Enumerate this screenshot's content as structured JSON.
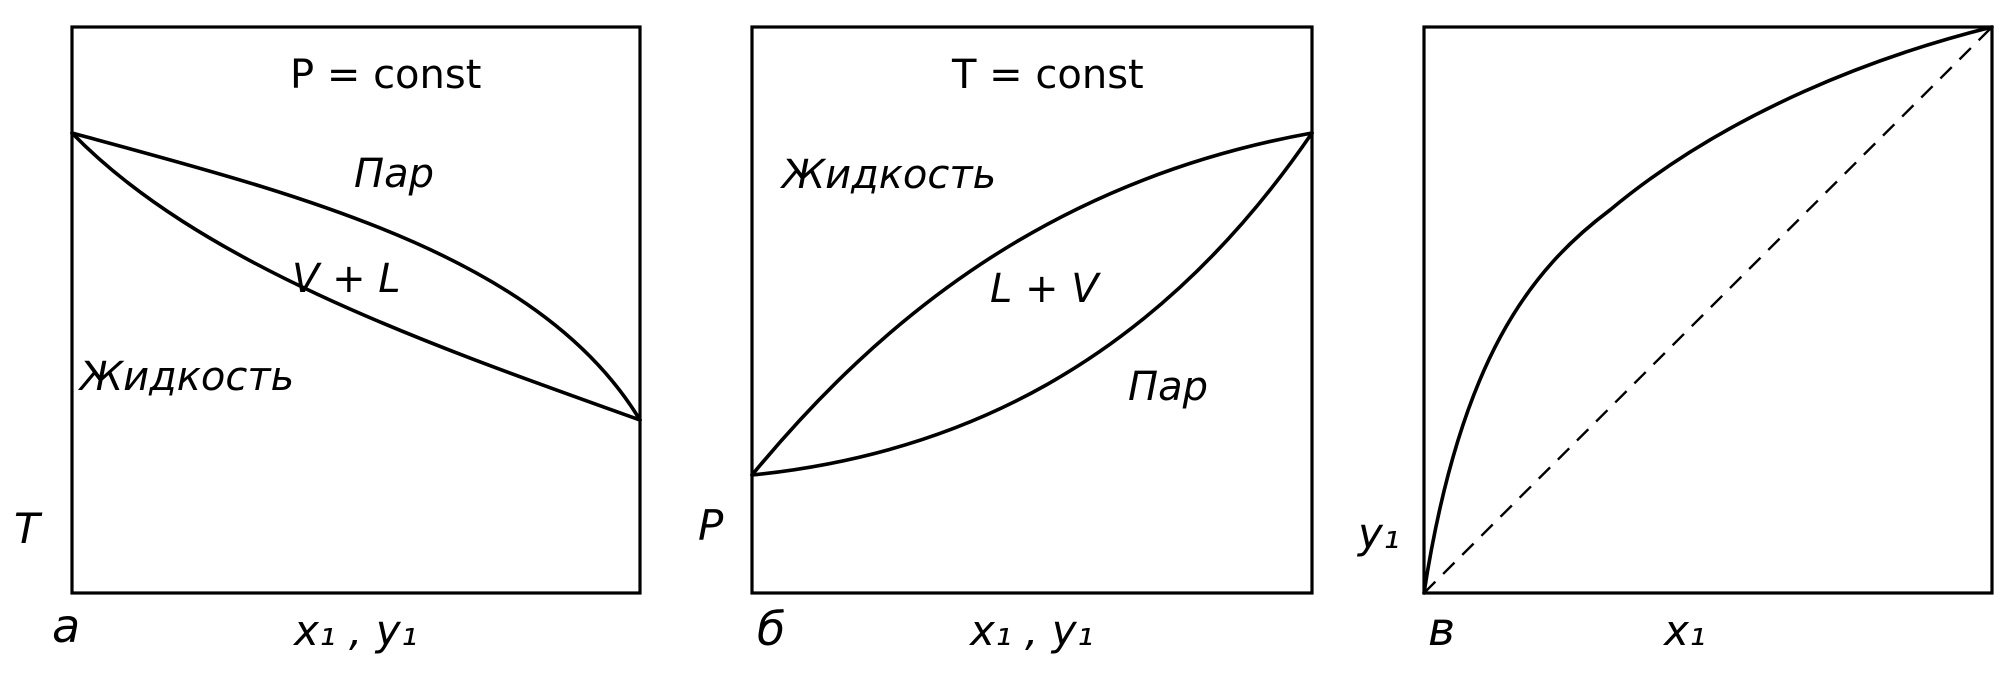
{
  "panels": [
    {
      "letter": "а",
      "condition": "P = const",
      "regions": {
        "top": "Пар",
        "middle": "V + L",
        "bottom": "Жидкость"
      },
      "ylabel": "T",
      "xlabel": "x₁ , y₁"
    },
    {
      "letter": "б",
      "condition": "T = const",
      "regions": {
        "top": "Жидкость",
        "middle": "L + V",
        "bottom": "Пар"
      },
      "ylabel": "P",
      "xlabel": "x₁ , y₁"
    },
    {
      "letter": "в",
      "ylabel": "y₁",
      "xlabel": "x₁"
    }
  ]
}
